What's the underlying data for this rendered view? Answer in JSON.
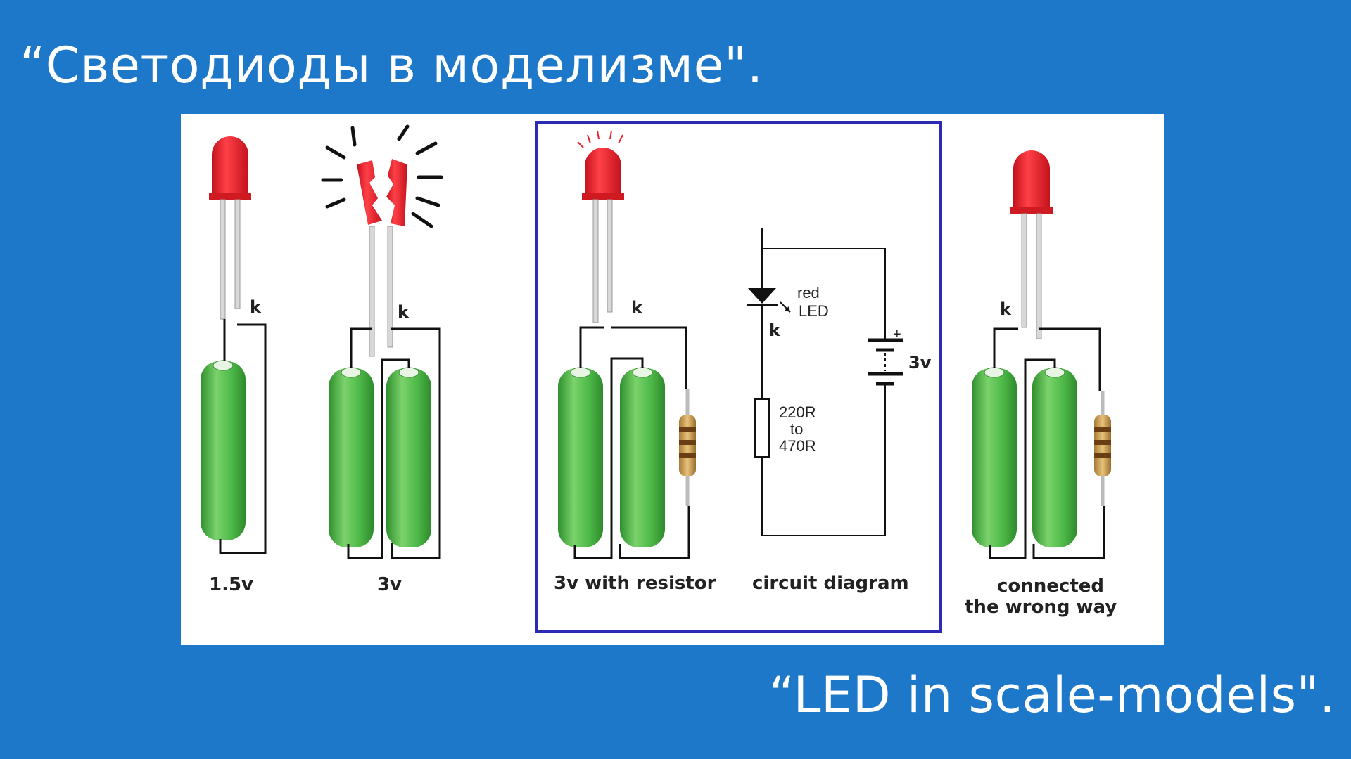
{
  "slide": {
    "title": "“Светодиоды в моделизме\".",
    "subtitle": "“LED in scale-models\"."
  },
  "diagram": {
    "labels": {
      "k": "k",
      "v15": "1.5v",
      "v3": "3v",
      "with_resistor": "3v with resistor",
      "circuit_diagram": "circuit diagram",
      "wrong_way_1": "connected",
      "wrong_way_2": "the wrong way"
    },
    "circuit": {
      "red": "red",
      "led": "LED",
      "plus": "+",
      "voltage": "3v",
      "r1": "220R",
      "to": "to",
      "r2": "470R"
    }
  },
  "colors": {
    "background": "#1e78c9",
    "led": "#e8232b",
    "battery": "#4fb84a",
    "frame": "#2a2ab5"
  }
}
